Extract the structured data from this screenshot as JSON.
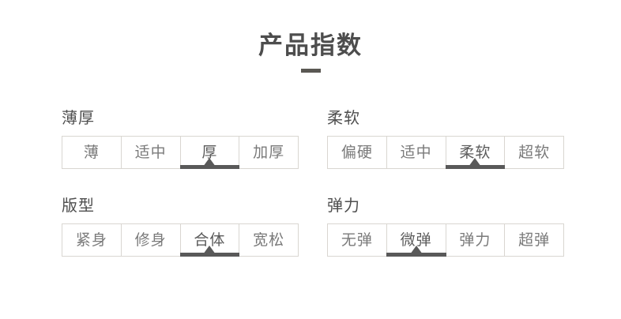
{
  "header": {
    "title": "产品指数",
    "underline_color": "#5a5853"
  },
  "theme": {
    "background": "#ffffff",
    "title_color": "#4d4d4d",
    "label_color": "#4f4f4f",
    "option_color": "#7a7a7a",
    "selected_color": "#5c5c5c",
    "indicator_color": "#595959",
    "border_color": "#d9d6d1"
  },
  "groups": [
    {
      "label": "薄厚",
      "selected_index": 2,
      "options": [
        {
          "label": "薄",
          "selected": false
        },
        {
          "label": "适中",
          "selected": false
        },
        {
          "label": "厚",
          "selected": true
        },
        {
          "label": "加厚",
          "selected": false
        }
      ]
    },
    {
      "label": "柔软",
      "selected_index": 2,
      "options": [
        {
          "label": "偏硬",
          "selected": false
        },
        {
          "label": "适中",
          "selected": false
        },
        {
          "label": "柔软",
          "selected": true
        },
        {
          "label": "超软",
          "selected": false
        }
      ]
    },
    {
      "label": "版型",
      "selected_index": 2,
      "options": [
        {
          "label": "紧身",
          "selected": false
        },
        {
          "label": "修身",
          "selected": false
        },
        {
          "label": "合体",
          "selected": true
        },
        {
          "label": "宽松",
          "selected": false
        }
      ]
    },
    {
      "label": "弹力",
      "selected_index": 1,
      "options": [
        {
          "label": "无弹",
          "selected": false
        },
        {
          "label": "微弹",
          "selected": true
        },
        {
          "label": "弹力",
          "selected": false
        },
        {
          "label": "超弹",
          "selected": false
        }
      ]
    }
  ]
}
